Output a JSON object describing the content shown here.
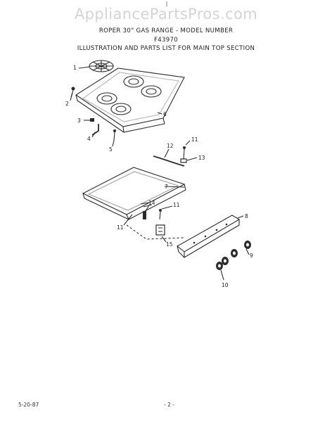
{
  "header": {
    "watermark": "AppliancePartsPros.com",
    "title_line1": "ROPER 30\" GAS RANGE - MODEL NUMBER",
    "model_number": "F43970",
    "title_line3": "ILLUSTRATION AND PARTS LIST FOR MAIN TOP SECTION"
  },
  "top_mark": "|",
  "callouts": {
    "c1": "1",
    "c2": "2",
    "c3": "3",
    "c4": "4",
    "c5": "5",
    "c6": "6",
    "c7": "7",
    "c8": "8",
    "c9": "9",
    "c10": "10",
    "c11a": "11",
    "c11b": "11",
    "c11c": "11",
    "c12": "12",
    "c13": "13",
    "c14": "14",
    "c15": "15"
  },
  "footer": {
    "date": "5-20-87",
    "page": "- 2 -"
  }
}
